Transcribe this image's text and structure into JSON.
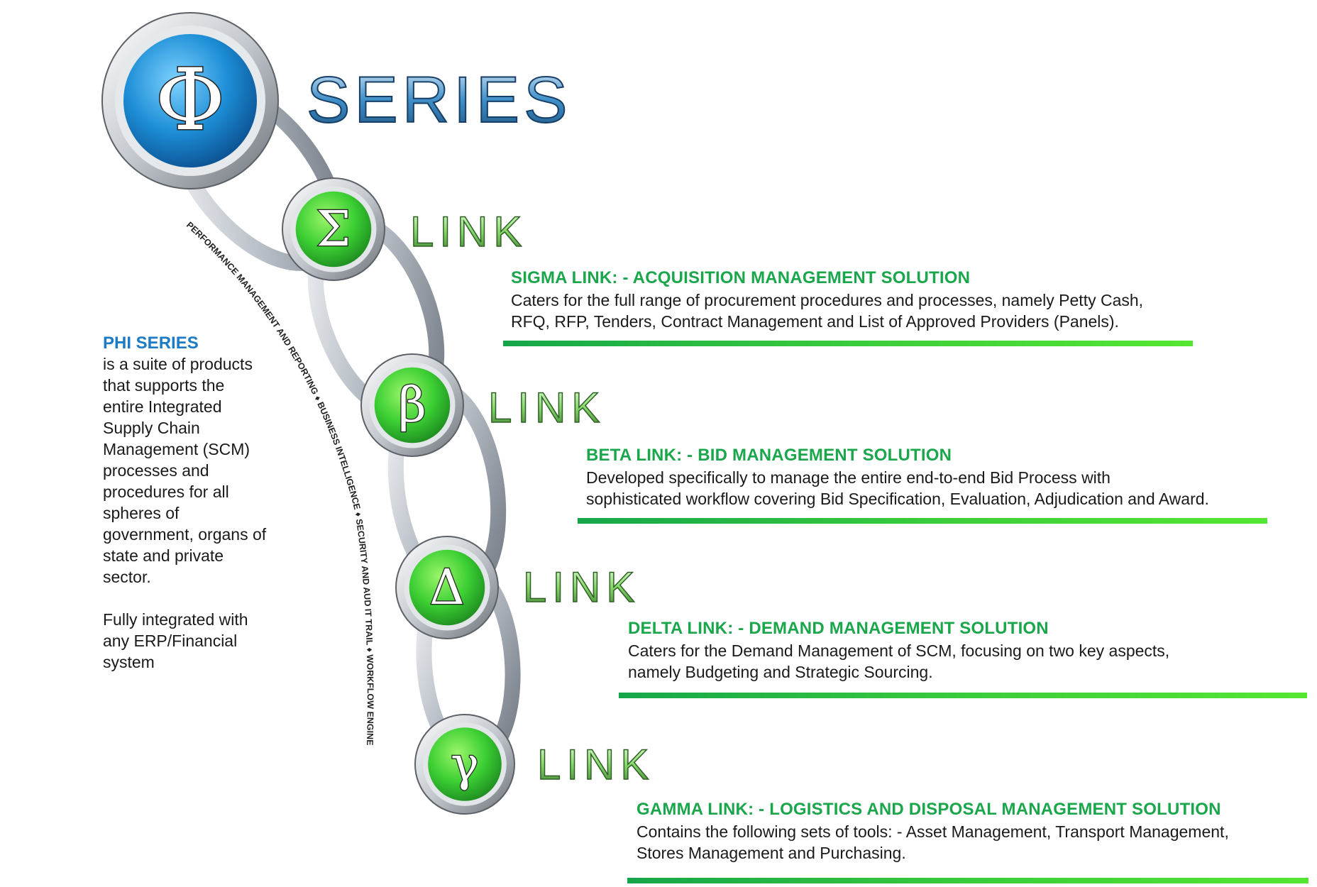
{
  "header": {
    "phi_symbol": "Φ",
    "title": "SERIES"
  },
  "links": [
    {
      "symbol": "Σ",
      "word": "LINK",
      "heading": "SIGMA LINK: - ACQUISITION MANAGEMENT SOLUTION",
      "lines": [
        "Caters for the full range of procurement procedures and processes, namely Petty Cash,",
        "RFQ, RFP, Tenders, Contract Management and List of Approved Providers (Panels)."
      ]
    },
    {
      "symbol": "β",
      "word": "LINK",
      "heading": "BETA LINK: - BID MANAGEMENT SOLUTION",
      "lines": [
        "Developed specifically to manage the entire end-to-end Bid Process with",
        "sophisticated workflow covering Bid Specification, Evaluation, Adjudication and Award."
      ]
    },
    {
      "symbol": "Δ",
      "word": "LINK",
      "heading": "DELTA LINK: - DEMAND MANAGEMENT SOLUTION",
      "lines": [
        "Caters for the Demand Management of SCM, focusing on two key aspects,",
        "namely Budgeting and Strategic Sourcing."
      ]
    },
    {
      "symbol": "γ",
      "word": "LINK",
      "heading": "GAMMA LINK: - LOGISTICS AND DISPOSAL MANAGEMENT SOLUTION",
      "lines": [
        "Contains the following sets of tools: - Asset Management, Transport Management,",
        "Stores Management and Purchasing."
      ]
    }
  ],
  "phi_series": {
    "title": "PHI SERIES",
    "lines": [
      "is a suite of products",
      "that supports the",
      "entire Integrated",
      "Supply Chain",
      "Management (SCM)",
      "processes and",
      "procedures for all",
      "spheres of",
      "government, organs of",
      "state and private",
      "sector."
    ],
    "lines2": [
      "Fully integrated with",
      "any ERP/Financial",
      "system"
    ]
  },
  "curved_caption": "PERFORMANCE MANAGEMENT AND REPORTING ♦ BUSINESS INTELLIGENCE ♦ SECURITY AND AUD IT TRAIL ♦ WORKFLOW ENGINE",
  "colors": {
    "green_heading": "#1aa64a",
    "blue_heading": "#1b7bc7",
    "chain_metal": "#b8bec6",
    "node_green": "#3fcf3a",
    "node_blue": "#1e8fd6"
  }
}
